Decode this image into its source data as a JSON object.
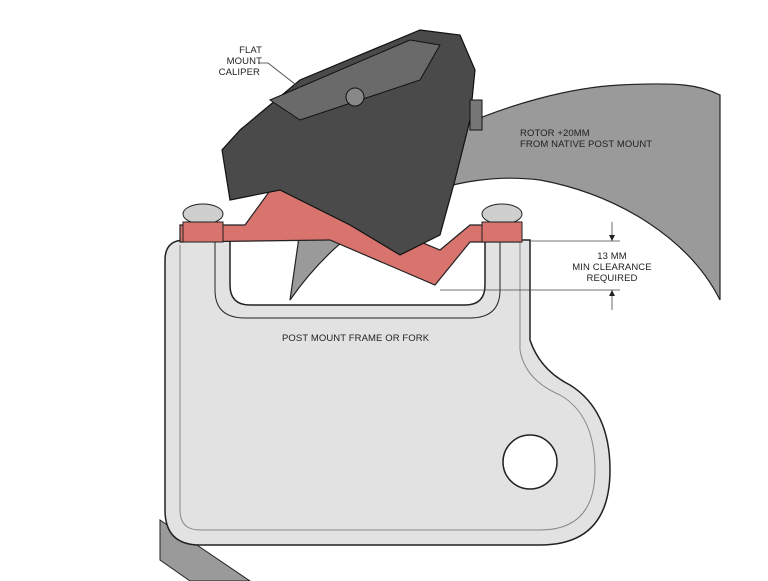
{
  "labels": {
    "caliper": [
      "FLAT MOUNT",
      "CALIPER"
    ],
    "rotor": [
      "ROTOR +20MM",
      "FROM NATIVE POST MOUNT"
    ],
    "clearance": [
      "13 MM",
      "MIN CLEARANCE",
      "REQUIRED"
    ],
    "frame": "POST MOUNT FRAME OR FORK"
  },
  "colors": {
    "rotor": "#9a9a9a",
    "frame": "#e2e2e2",
    "adapter": "#d8736e",
    "caliper": "#4a4a4a"
  }
}
